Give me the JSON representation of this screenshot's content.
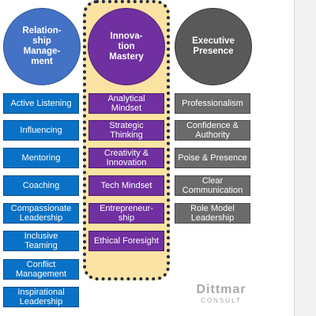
{
  "columns": [
    {
      "title": "Relation-\nship\nManage-\nment",
      "color": "#4472c4",
      "items": [
        "Active Listening",
        "Influencing",
        "Mentoring",
        "Coaching",
        "Compassionate\nLeadership",
        "Inclusive\nTeaming",
        "Conflict\nManagement",
        "Inspirational\nLeadership"
      ]
    },
    {
      "title": "Innova-\ntion\nMastery",
      "color": "#7030a0",
      "items": [
        "Analytical\nMindset",
        "Strategic\nThinking",
        "Creativity &\nInnovation",
        "Tech Mindset",
        "Entrepreneur-\nship",
        "Ethical Foresight"
      ]
    },
    {
      "title": "Executive\nPresence",
      "color": "#595959",
      "items": [
        "Professionalism",
        "Confidence &\nAuthority",
        "Poise & Presence",
        "Clear\nCommunication",
        "Role Model\nLeadership"
      ]
    }
  ],
  "logo": {
    "brand": "Dittmar",
    "sub": "CONSULT"
  }
}
